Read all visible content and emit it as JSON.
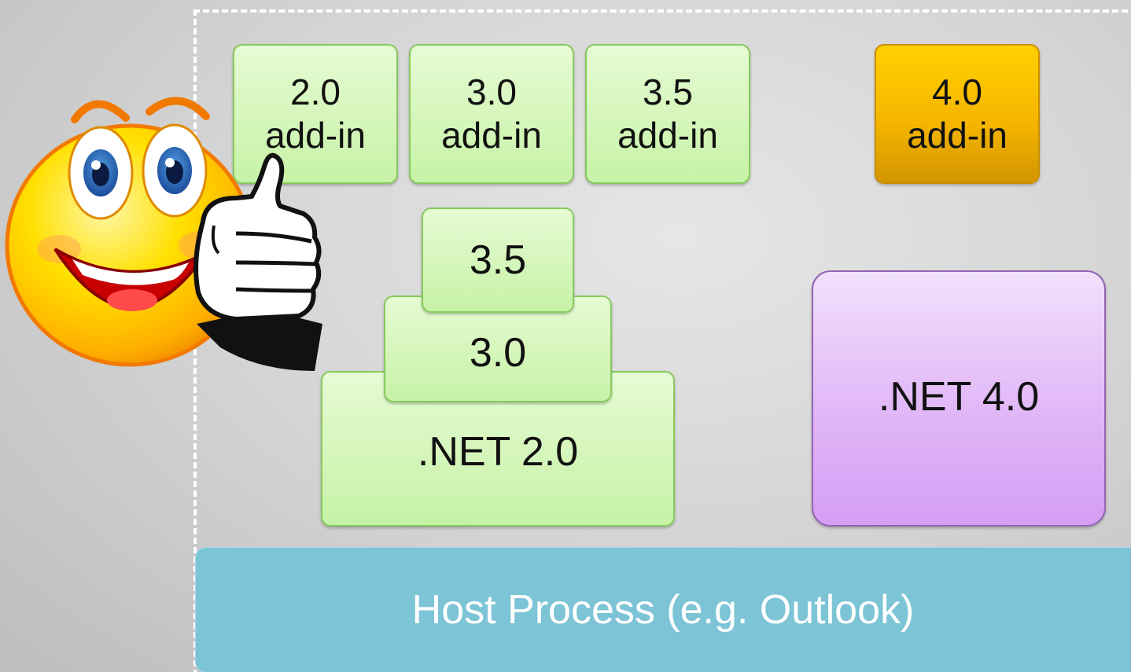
{
  "addins": [
    {
      "version": "2.0",
      "label": "add-in"
    },
    {
      "version": "3.0",
      "label": "add-in"
    },
    {
      "version": "3.5",
      "label": "add-in"
    },
    {
      "version": "4.0",
      "label": "add-in"
    }
  ],
  "runtimes": {
    "net35": "3.5",
    "net30": "3.0",
    "net20": ".NET 2.0",
    "net40": ".NET 4.0"
  },
  "host": "Host Process (e.g. Outlook)",
  "colors": {
    "legacy_green": "#c6f2a6",
    "addin40_orange": "#f6b600",
    "net40_purple": "#e0b4f7",
    "host_blue": "#7cc4d6"
  },
  "icons": {
    "mascot": "smiley-thumbs-up-icon"
  }
}
